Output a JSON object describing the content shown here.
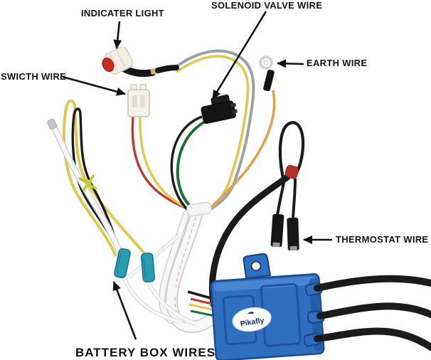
{
  "meta": {
    "description": "Annotated product photo of a Pikafly wiring harness: wires, connectors and blue control box with labeled callouts",
    "background": "#ffffff"
  },
  "annotations": {
    "indicator_light": "INDICATER LIGHT",
    "solenoid_valve_wire": "SOLENOID VALVE WIRE",
    "earth_wire": "EARTH WIRE",
    "switch_wire": "SWICTH WIRE",
    "thermostat_wire": "THERMOSTAT WIRE",
    "battery_box_wires": "BATTERY BOX WIRES"
  },
  "device": {
    "brand_label": "Pikafly",
    "box_color": "#2e6fc0",
    "box_edge_color": "#1a4a8f",
    "box_bevel_color": "#4d8ad6",
    "panel_line_color": "#1f55a0"
  },
  "palette": {
    "label_text": "#121212",
    "arrow": "#121212",
    "wire_gray": "#9aa0a6",
    "wire_yellow": "#ddc94f",
    "wire_orange": "#dfa050",
    "wire_red": "#c0392d",
    "wire_green": "#1e6e3c",
    "wire_black": "#1c1c1c",
    "cable_black": "#1b1b1b",
    "connector_teal": "#2a9db5",
    "connector_teal_edge": "#17768c",
    "tie_red": "#b23226",
    "tie_green": "#b6c832",
    "indicator_lens_red": "#c62c20",
    "white_part_fill": "#f4f2ea",
    "white_part_edge": "#c8c4b8",
    "sheath_fill": "#f7f7f7",
    "sheath_edge": "#d0d0d0",
    "brand_text_color": "#16306b"
  }
}
